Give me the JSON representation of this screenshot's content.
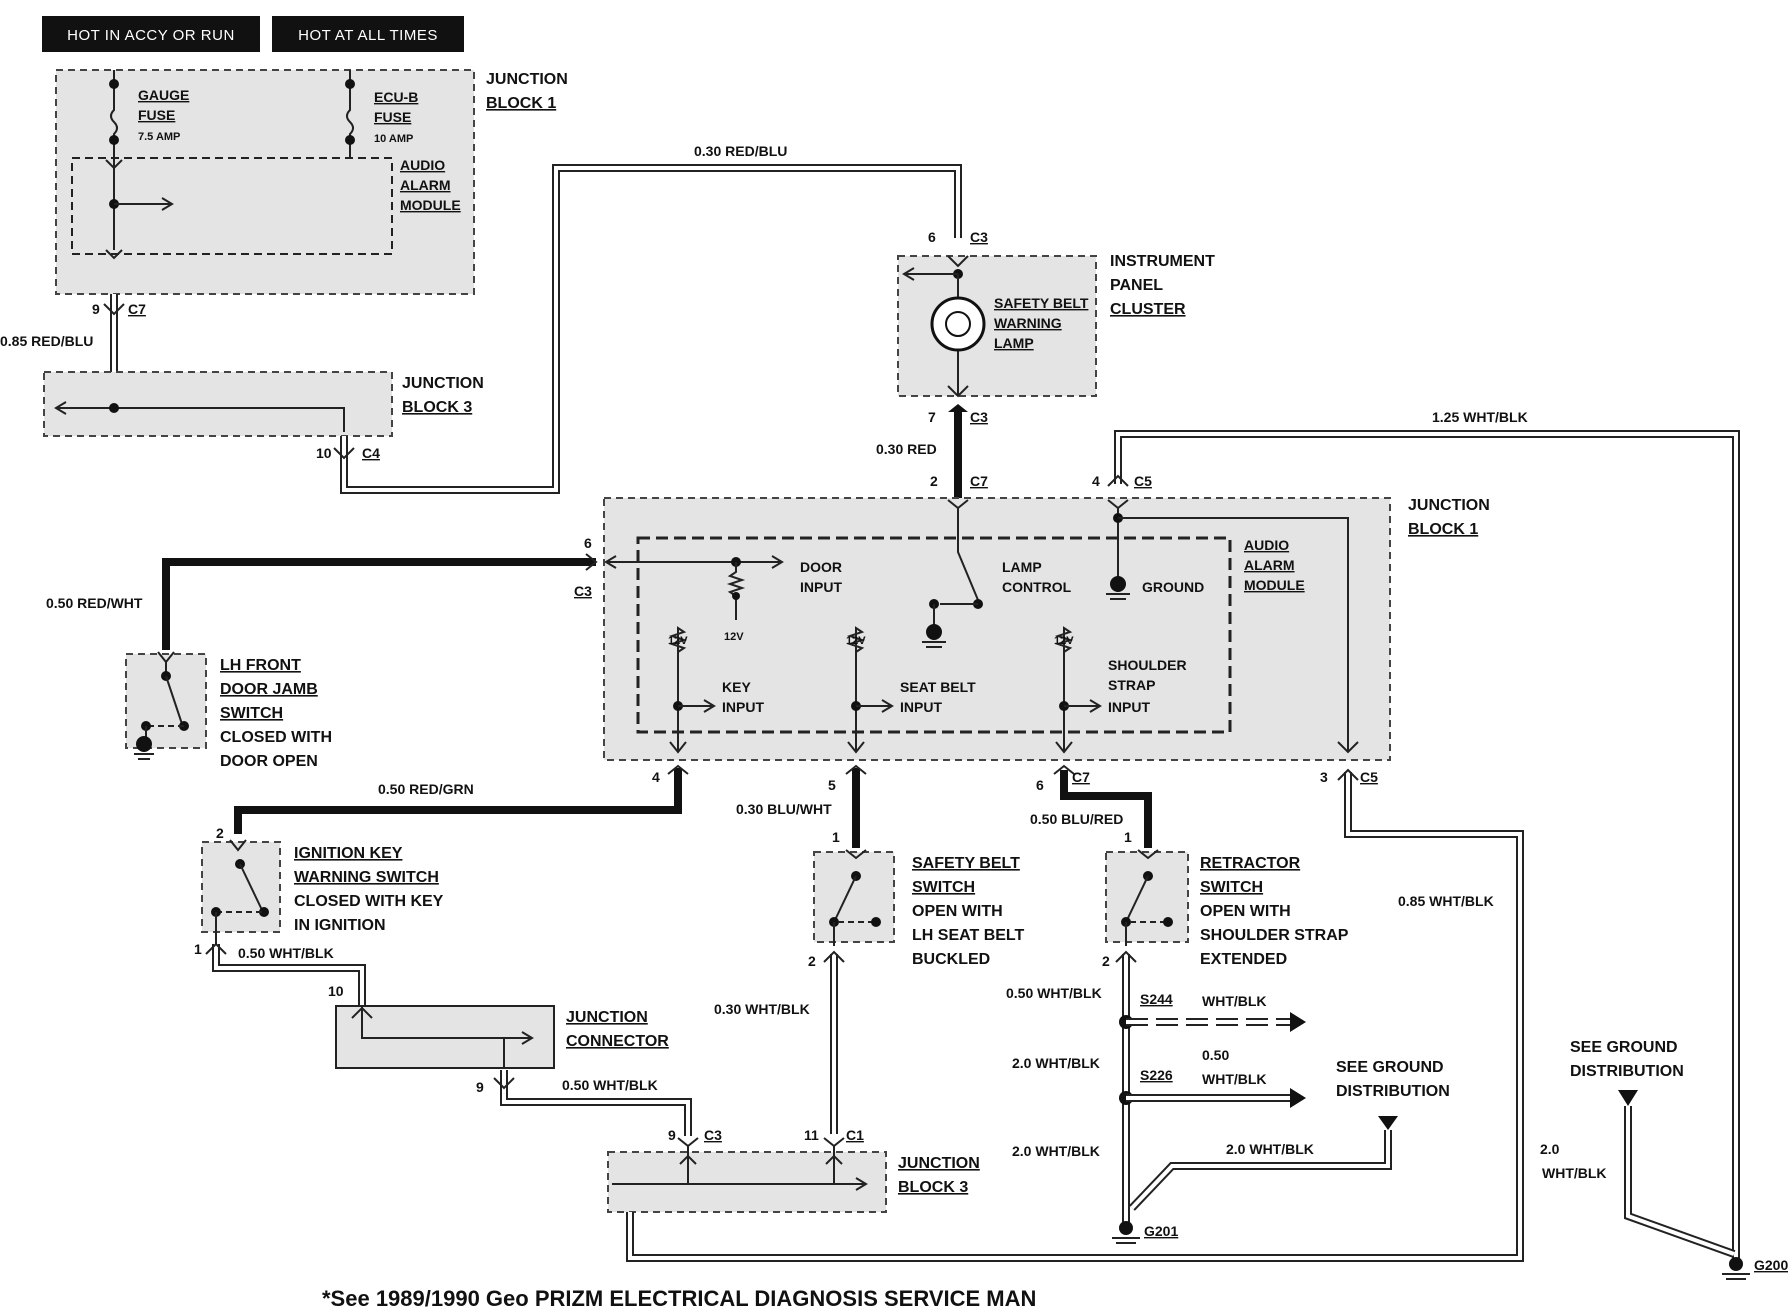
{
  "header": {
    "hot_accy_run": "HOT IN ACCY OR RUN",
    "hot_all_times": "HOT AT ALL TIMES"
  },
  "top_block": {
    "junction": [
      "JUNCTION",
      "BLOCK 1"
    ],
    "gauge_fuse": [
      "GAUGE",
      "FUSE"
    ],
    "gauge_amp": "7.5 AMP",
    "ecub_fuse": [
      "ECU-B",
      "FUSE"
    ],
    "ecub_amp": "10 AMP",
    "audio_module": [
      "AUDIO",
      "ALARM",
      "MODULE"
    ]
  },
  "left_chain": {
    "c7_pin": "9",
    "c7": "C7",
    "wire": "0.85 RED/BLU",
    "junction3": [
      "JUNCTION",
      "BLOCK 3"
    ],
    "c4_pin": "10",
    "c4": "C4"
  },
  "top_wire": "0.30 RED/BLU",
  "cluster": {
    "c3_top_pin": "6",
    "c3_top": "C3",
    "lamp": [
      "SAFETY BELT",
      "WARNING",
      "LAMP"
    ],
    "title": [
      "INSTRUMENT",
      "PANEL",
      "CLUSTER"
    ],
    "c3_bot_pin": "7",
    "c3_bot": "C3",
    "wire": "0.30 RED"
  },
  "main_block": {
    "c7_pin": "2",
    "c7": "C7",
    "c5_pin": "4",
    "c5": "C5",
    "junction": [
      "JUNCTION",
      "BLOCK 1"
    ],
    "module": [
      "AUDIO",
      "ALARM",
      "MODULE"
    ],
    "door_input": [
      "DOOR",
      "INPUT"
    ],
    "lamp_control": [
      "LAMP",
      "CONTROL"
    ],
    "ground": "GROUND",
    "v12": "12V",
    "key_input": [
      "KEY",
      "INPUT"
    ],
    "seat_input": [
      "SEAT BELT",
      "INPUT"
    ],
    "shoulder_input": [
      "SHOULDER",
      "STRAP",
      "INPUT"
    ],
    "c3_left_pin": "6",
    "c3_left": "C3",
    "out_c7_pin4": "4",
    "out_c7_pin5": "5",
    "out_c7_pin6": "6",
    "out_c7": "C7",
    "c5_out_pin": "3",
    "c5_out": "C5"
  },
  "right_wire": "1.25 WHT/BLK",
  "door_switch": {
    "wire": "0.50 RED/WHT",
    "label": [
      "LH FRONT",
      "DOOR JAMB",
      "SWITCH"
    ],
    "desc": [
      "CLOSED WITH",
      "DOOR OPEN"
    ]
  },
  "ignition": {
    "wire": "0.50 RED/GRN",
    "pin_top": "2",
    "label": [
      "IGNITION KEY",
      "WARNING SWITCH"
    ],
    "desc": [
      "CLOSED WITH KEY",
      "IN IGNITION"
    ],
    "pin_bot": "1",
    "wire_bot": "0.50 WHT/BLK"
  },
  "jconn": {
    "pin_in": "10",
    "label": [
      "JUNCTION",
      "CONNECTOR"
    ],
    "pin_out": "9",
    "wire_out": "0.50 WHT/BLK"
  },
  "seatbelt": {
    "wire": "0.30 BLU/WHT",
    "pin_top": "1",
    "label": [
      "SAFETY BELT",
      "SWITCH"
    ],
    "desc": [
      "OPEN WITH",
      "LH SEAT BELT",
      "BUCKLED"
    ],
    "pin_bot": "2",
    "wire_bot": "0.30 WHT/BLK"
  },
  "retractor": {
    "wire": "0.50 BLU/RED",
    "pin_top": "1",
    "label": [
      "RETRACTOR",
      "SWITCH"
    ],
    "desc": [
      "OPEN WITH",
      "SHOULDER STRAP",
      "EXTENDED"
    ],
    "pin_bot": "2",
    "w1": "0.50 WHT/BLK",
    "s244": "S244",
    "w_s244": "WHT/BLK",
    "w2": "2.0 WHT/BLK",
    "s226": "S226",
    "w_s226": [
      "0.50",
      "WHT/BLK"
    ],
    "see_ground": [
      "SEE GROUND",
      "DISTRIBUTION"
    ],
    "w3": "2.0 WHT/BLK",
    "w4": "2.0 WHT/BLK",
    "g201": "G201"
  },
  "bottom_jb3": {
    "c3_pin": "9",
    "c3": "C3",
    "c1_pin": "11",
    "c1": "C1",
    "label": [
      "JUNCTION",
      "BLOCK 3"
    ]
  },
  "right_side": {
    "wire": "0.85 WHT/BLK",
    "see_ground": [
      "SEE GROUND",
      "DISTRIBUTION"
    ],
    "w": [
      "2.0",
      "WHT/BLK"
    ],
    "g200": "G200"
  },
  "footer": "*See 1989/1990 Geo PRIZM ELECTRICAL DIAGNOSIS SERVICE MAN"
}
